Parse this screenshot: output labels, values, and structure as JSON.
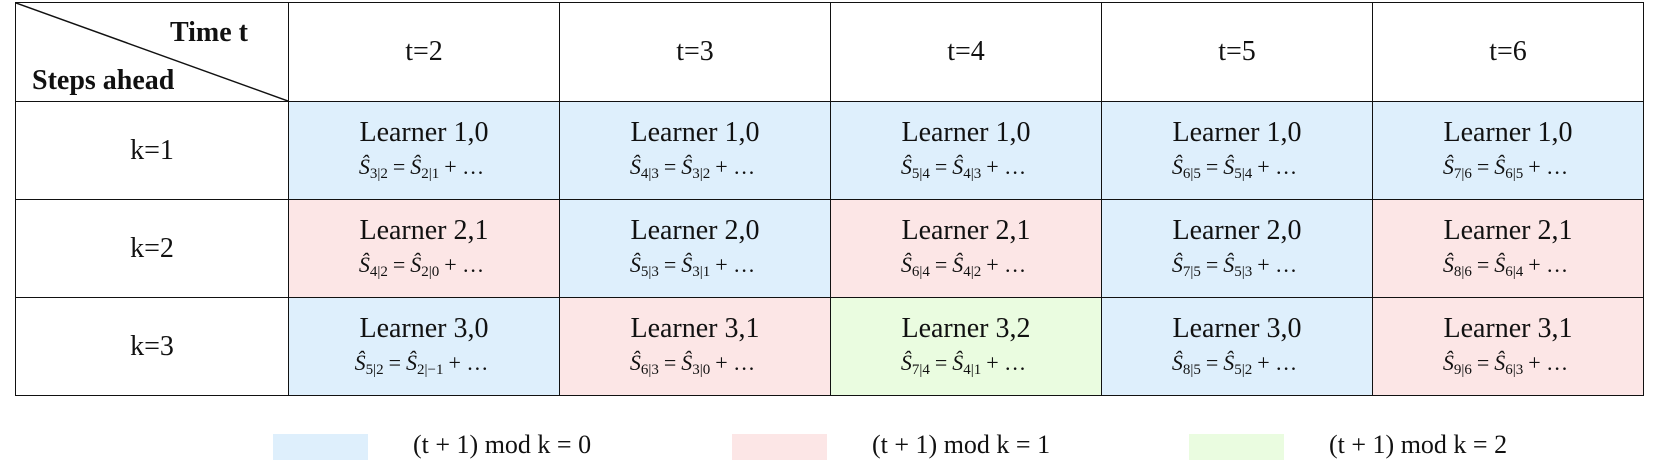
{
  "corner": {
    "top_label": "Time t",
    "bottom_label": "Steps ahead"
  },
  "columns": [
    "t=2",
    "t=3",
    "t=4",
    "t=5",
    "t=6"
  ],
  "colors": {
    "mod0": "#deeffc",
    "mod1": "#fce6e6",
    "mod2": "#eafce0"
  },
  "rows": [
    {
      "label": "k=1",
      "cells": [
        {
          "learner": "Learner 1,0",
          "lhs": "Ŝ",
          "lhs_sub": "3|2",
          "rhs": "Ŝ",
          "rhs_sub": "2|1",
          "tail": "+ …",
          "mod": "mod0"
        },
        {
          "learner": "Learner 1,0",
          "lhs": "Ŝ",
          "lhs_sub": "4|3",
          "rhs": "Ŝ",
          "rhs_sub": "3|2",
          "tail": "+ …",
          "mod": "mod0"
        },
        {
          "learner": "Learner 1,0",
          "lhs": "Ŝ",
          "lhs_sub": "5|4",
          "rhs": "Ŝ",
          "rhs_sub": "4|3",
          "tail": "+ …",
          "mod": "mod0"
        },
        {
          "learner": "Learner 1,0",
          "lhs": "Ŝ",
          "lhs_sub": "6|5",
          "rhs": "Ŝ",
          "rhs_sub": "5|4",
          "tail": "+ …",
          "mod": "mod0"
        },
        {
          "learner": "Learner 1,0",
          "lhs": "Ŝ",
          "lhs_sub": "7|6",
          "rhs": "Ŝ",
          "rhs_sub": "6|5",
          "tail": "+ …",
          "mod": "mod0"
        }
      ]
    },
    {
      "label": "k=2",
      "cells": [
        {
          "learner": "Learner 2,1",
          "lhs": "Ŝ",
          "lhs_sub": "4|2",
          "rhs": "Ŝ",
          "rhs_sub": "2|0",
          "tail": "+ …",
          "mod": "mod1"
        },
        {
          "learner": "Learner 2,0",
          "lhs": "Ŝ",
          "lhs_sub": "5|3",
          "rhs": "Ŝ",
          "rhs_sub": "3|1",
          "tail": "+ …",
          "mod": "mod0"
        },
        {
          "learner": "Learner 2,1",
          "lhs": "Ŝ",
          "lhs_sub": "6|4",
          "rhs": "Ŝ",
          "rhs_sub": "4|2",
          "tail": "+ …",
          "mod": "mod1"
        },
        {
          "learner": "Learner 2,0",
          "lhs": "Ŝ",
          "lhs_sub": "7|5",
          "rhs": "Ŝ",
          "rhs_sub": "5|3",
          "tail": "+ …",
          "mod": "mod0"
        },
        {
          "learner": "Learner 2,1",
          "lhs": "Ŝ",
          "lhs_sub": "8|6",
          "rhs": "Ŝ",
          "rhs_sub": "6|4",
          "tail": "+ …",
          "mod": "mod1"
        }
      ]
    },
    {
      "label": "k=3",
      "cells": [
        {
          "learner": "Learner 3,0",
          "lhs": "Ŝ",
          "lhs_sub": "5|2",
          "rhs": "Ŝ",
          "rhs_sub": "2|−1",
          "tail": "+ …",
          "mod": "mod0"
        },
        {
          "learner": "Learner 3,1",
          "lhs": "Ŝ",
          "lhs_sub": "6|3",
          "rhs": "Ŝ",
          "rhs_sub": "3|0",
          "tail": "+ …",
          "mod": "mod1"
        },
        {
          "learner": "Learner 3,2",
          "lhs": "Ŝ",
          "lhs_sub": "7|4",
          "rhs": "Ŝ",
          "rhs_sub": "4|1",
          "tail": "+ …",
          "mod": "mod2"
        },
        {
          "learner": "Learner 3,0",
          "lhs": "Ŝ",
          "lhs_sub": "8|5",
          "rhs": "Ŝ",
          "rhs_sub": "5|2",
          "tail": "+ …",
          "mod": "mod0"
        },
        {
          "learner": "Learner 3,1",
          "lhs": "Ŝ",
          "lhs_sub": "9|6",
          "rhs": "Ŝ",
          "rhs_sub": "6|3",
          "tail": "+ …",
          "mod": "mod1"
        }
      ]
    }
  ],
  "legend": [
    {
      "color": "#deeffc",
      "label": "(t + 1)  mod k = 0"
    },
    {
      "color": "#fce6e6",
      "label": "(t + 1)  mod k = 1"
    },
    {
      "color": "#eafce0",
      "label": "(t + 1)  mod k = 2"
    }
  ]
}
